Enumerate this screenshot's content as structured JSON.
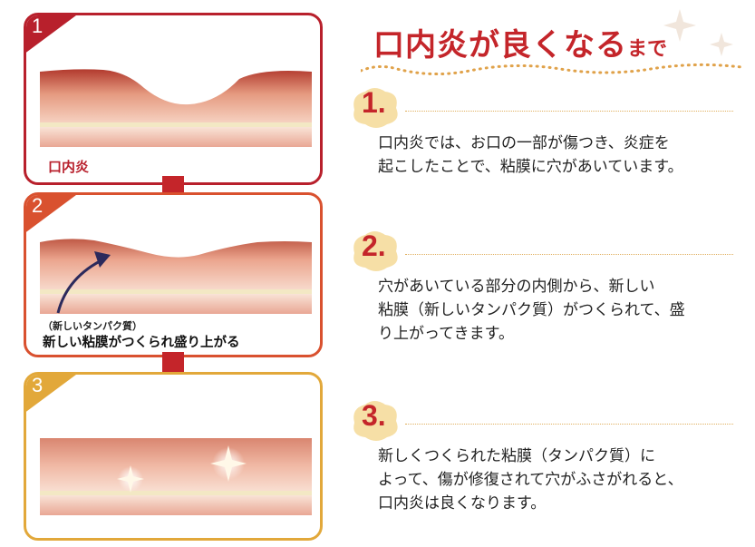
{
  "title": {
    "main": "口内炎が良くなる",
    "suffix": "まで"
  },
  "panels": [
    {
      "number": "1",
      "label": "口内炎"
    },
    {
      "number": "2",
      "note_small": "（新しいタンパク質）",
      "note_big": "新しい粘膜がつくられ盛り上がる"
    },
    {
      "number": "3"
    }
  ],
  "steps": [
    {
      "number": "1.",
      "text": "口内炎では、お口の一部が傷つき、炎症を\n起こしたことで、粘膜に穴があいています。"
    },
    {
      "number": "2.",
      "text": "穴があいている部分の内側から、新しい\n粘膜（新しいタンパク質）がつくられて、盛\nり上がってきます。"
    },
    {
      "number": "3.",
      "text": "新しくつくられた粘膜（タンパク質）に\nよって、傷が修復されて穴がふさがれると、\n口内炎は良くなります。"
    }
  ],
  "colors": {
    "panel1": "#b8202c",
    "panel2": "#d9512f",
    "panel3": "#e2a83a",
    "heading": "#c4252a"
  }
}
